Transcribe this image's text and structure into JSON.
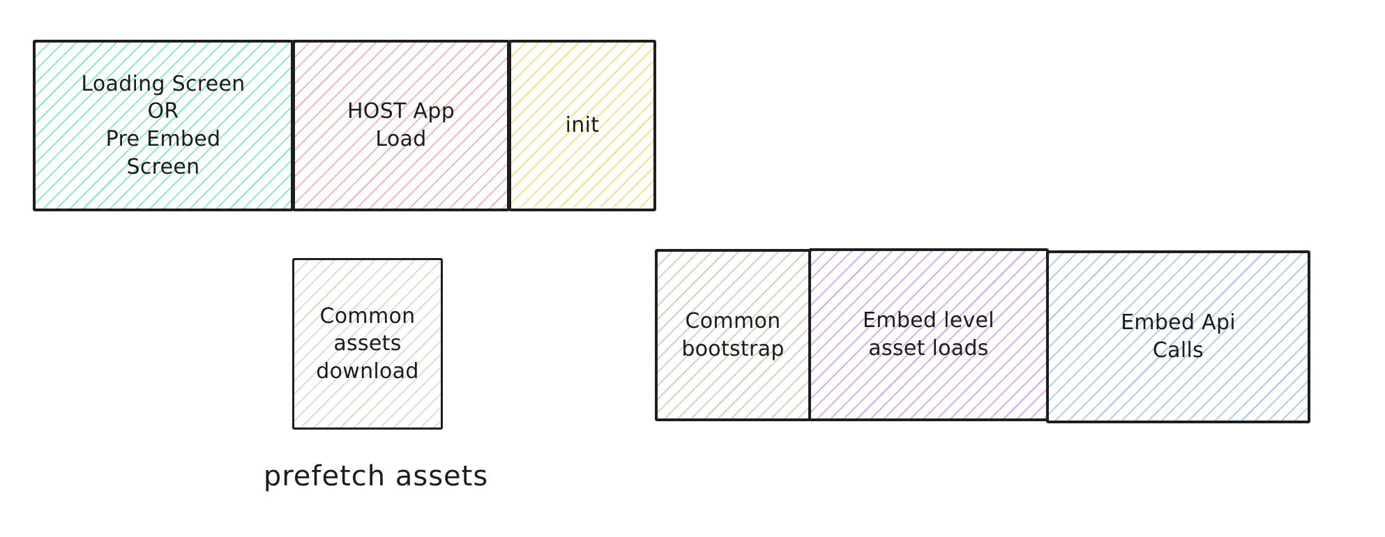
{
  "canvas": {
    "background": "#ffffff",
    "stroke_color": "#1e1e1e",
    "text_color": "#1c1c1c"
  },
  "boxes": [
    {
      "name": "loading-screen",
      "lines": [
        "Loading Screen",
        "OR",
        "Pre Embed",
        "Screen"
      ],
      "hatch": "#84e5c6"
    },
    {
      "name": "host-app-load",
      "lines": [
        "HOST App",
        "Load"
      ],
      "hatch": "#f4b1af"
    },
    {
      "name": "init",
      "lines": [
        "init"
      ],
      "hatch": "#f9dc80"
    },
    {
      "name": "common-assets-download",
      "lines": [
        "Common",
        "assets",
        "download"
      ],
      "hatch": "#e2d6cc"
    },
    {
      "name": "common-bootstrap",
      "lines": [
        "Common",
        "bootstrap"
      ],
      "hatch": "#d9c9bc"
    },
    {
      "name": "embed-level-asset-loads",
      "lines": [
        "Embed level",
        "asset loads"
      ],
      "hatch": "#dca3f0"
    },
    {
      "name": "embed-api-calls",
      "lines": [
        "Embed Api",
        "Calls"
      ],
      "hatch": "#a3c9f0"
    }
  ],
  "caption": {
    "text": "prefetch assets"
  }
}
